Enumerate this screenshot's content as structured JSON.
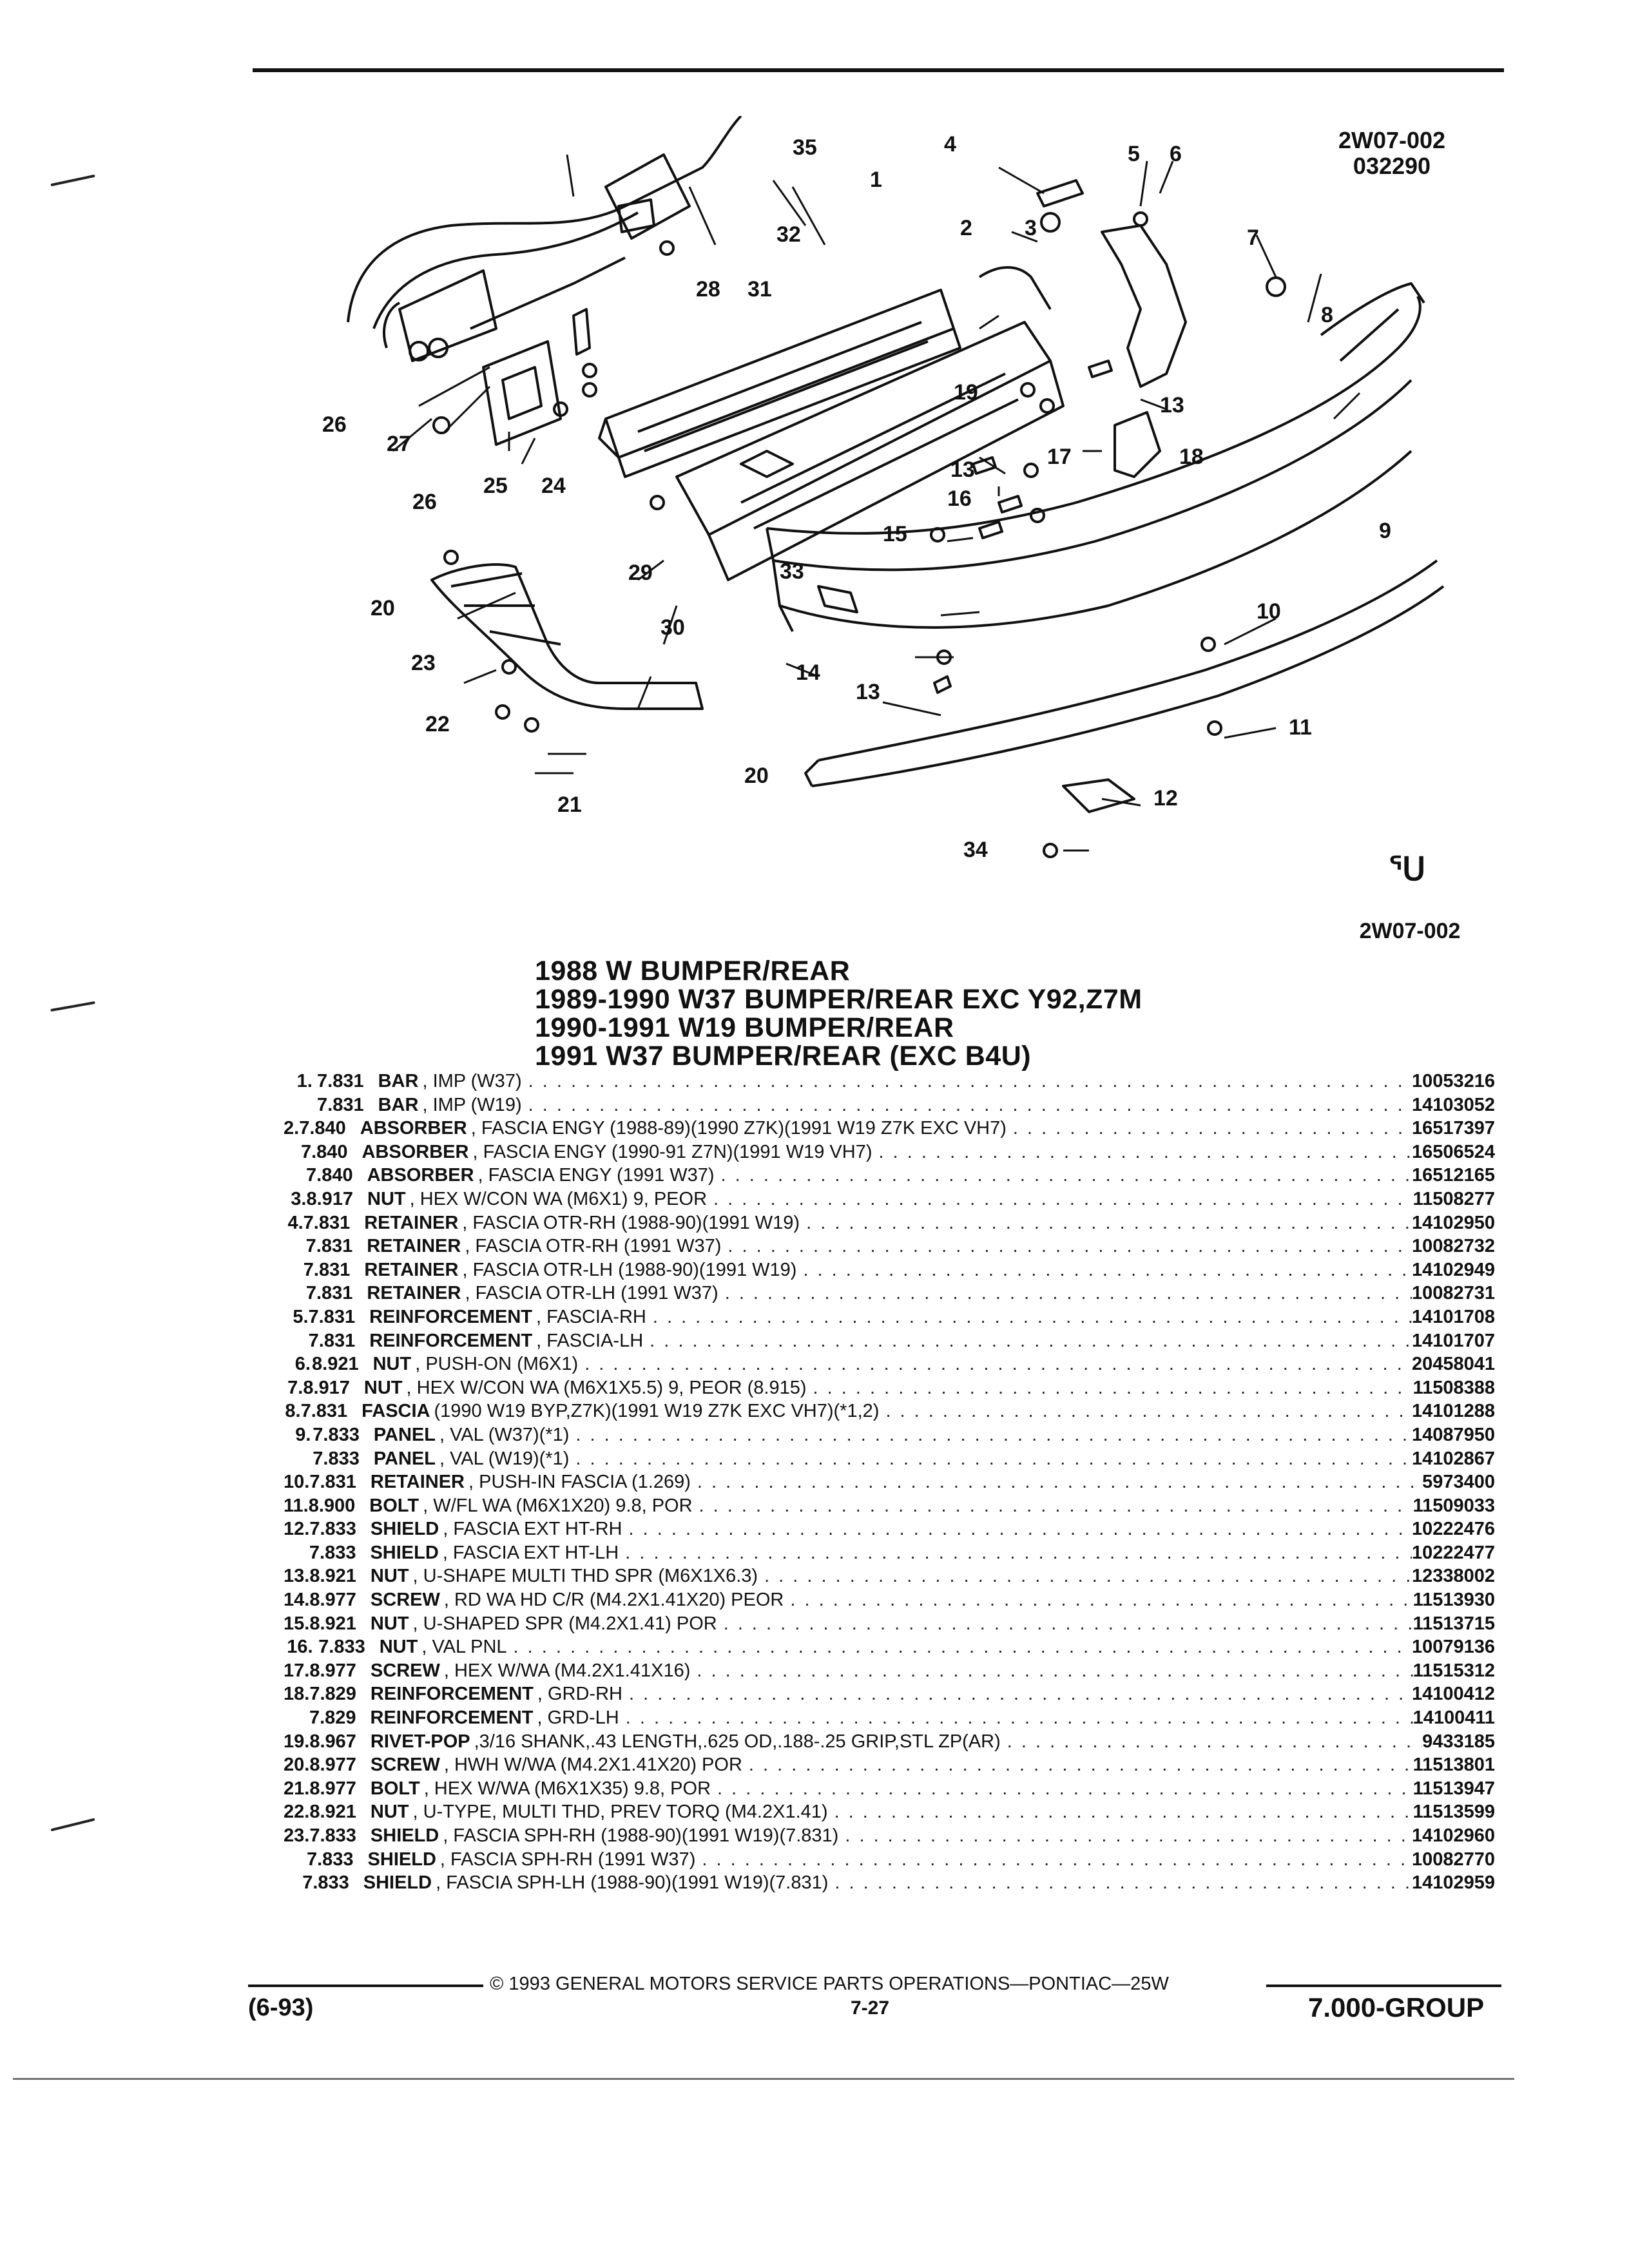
{
  "header": {
    "code_top": "2W07-002",
    "code_date": "032290",
    "code_bottom": "2W07-002",
    "logo_glyph": "ᕐᑌ"
  },
  "diagram": {
    "callouts": [
      "1",
      "2",
      "3",
      "4",
      "5",
      "6",
      "7",
      "8",
      "9",
      "10",
      "11",
      "12",
      "13",
      "13",
      "13",
      "14",
      "15",
      "16",
      "17",
      "18",
      "19",
      "20",
      "20",
      "21",
      "22",
      "23",
      "24",
      "25",
      "26",
      "26",
      "27",
      "28",
      "29",
      "30",
      "31",
      "32",
      "33",
      "34",
      "35"
    ]
  },
  "titles": [
    "1988 W BUMPER/REAR",
    "1989-1990 W37 BUMPER/REAR EXC Y92,Z7M",
    "1990-1991 W19 BUMPER/REAR",
    "1991 W37 BUMPER/REAR (EXC B4U)"
  ],
  "parts": [
    {
      "num": "1.",
      "cat": "7.831",
      "name": "BAR",
      "desc": ", IMP (W37)",
      "pn": "10053216"
    },
    {
      "num": "",
      "cat": "7.831",
      "name": "BAR",
      "desc": ", IMP (W19)",
      "pn": "14103052"
    },
    {
      "num": "2.",
      "cat": "7.840",
      "name": "ABSORBER",
      "desc": ", FASCIA ENGY (1988-89)(1990 Z7K)(1991 W19 Z7K EXC VH7)",
      "pn": "16517397"
    },
    {
      "num": "",
      "cat": "7.840",
      "name": "ABSORBER",
      "desc": ", FASCIA ENGY (1990-91 Z7N)(1991 W19 VH7)",
      "pn": "16506524"
    },
    {
      "num": "",
      "cat": "7.840",
      "name": "ABSORBER",
      "desc": ", FASCIA ENGY (1991 W37)",
      "pn": "16512165"
    },
    {
      "num": "3.",
      "cat": "8.917",
      "name": "NUT",
      "desc": ", HEX W/CON WA (M6X1) 9, PEOR",
      "pn": "11508277"
    },
    {
      "num": "4.",
      "cat": "7.831",
      "name": "RETAINER",
      "desc": ", FASCIA OTR-RH (1988-90)(1991 W19)",
      "pn": "14102950"
    },
    {
      "num": "",
      "cat": "7.831",
      "name": "RETAINER",
      "desc": ", FASCIA OTR-RH (1991 W37)",
      "pn": "10082732"
    },
    {
      "num": "",
      "cat": "7.831",
      "name": "RETAINER",
      "desc": ", FASCIA OTR-LH (1988-90)(1991 W19)",
      "pn": "14102949"
    },
    {
      "num": "",
      "cat": "7.831",
      "name": "RETAINER",
      "desc": ", FASCIA OTR-LH (1991 W37)",
      "pn": "10082731"
    },
    {
      "num": "5.",
      "cat": "7.831",
      "name": "REINFORCEMENT",
      "desc": ", FASCIA-RH",
      "pn": "14101708"
    },
    {
      "num": "",
      "cat": "7.831",
      "name": "REINFORCEMENT",
      "desc": ", FASCIA-LH",
      "pn": "14101707"
    },
    {
      "num": "6.",
      "cat": "8.921",
      "name": "NUT",
      "desc": ", PUSH-ON (M6X1)",
      "pn": "20458041"
    },
    {
      "num": "7.",
      "cat": "8.917",
      "name": "NUT",
      "desc": ", HEX W/CON WA (M6X1X5.5) 9, PEOR (8.915)",
      "pn": "11508388"
    },
    {
      "num": "8.",
      "cat": "7.831",
      "name": "FASCIA",
      "desc": "(1990 W19 BYP,Z7K)(1991 W19 Z7K EXC VH7)(*1,2)",
      "pn": "14101288"
    },
    {
      "num": "9.",
      "cat": "7.833",
      "name": "PANEL",
      "desc": ", VAL (W37)(*1)",
      "pn": "14087950"
    },
    {
      "num": "",
      "cat": "7.833",
      "name": "PANEL",
      "desc": ", VAL (W19)(*1)",
      "pn": "14102867"
    },
    {
      "num": "10.",
      "cat": "7.831",
      "name": "RETAINER",
      "desc": ", PUSH-IN FASCIA (1.269)",
      "pn": "5973400"
    },
    {
      "num": "11.",
      "cat": "8.900",
      "name": "BOLT",
      "desc": ", W/FL WA (M6X1X20) 9.8, POR",
      "pn": "11509033"
    },
    {
      "num": "12.",
      "cat": "7.833",
      "name": "SHIELD",
      "desc": ", FASCIA EXT HT-RH",
      "pn": "10222476"
    },
    {
      "num": "",
      "cat": "7.833",
      "name": "SHIELD",
      "desc": ", FASCIA EXT HT-LH",
      "pn": "10222477"
    },
    {
      "num": "13.",
      "cat": "8.921",
      "name": "NUT",
      "desc": ", U-SHAPE MULTI THD SPR (M6X1X6.3)",
      "pn": "12338002"
    },
    {
      "num": "14.",
      "cat": "8.977",
      "name": "SCREW",
      "desc": ", RD WA HD C/R (M4.2X1.41X20) PEOR",
      "pn": "11513930"
    },
    {
      "num": "15.",
      "cat": "8.921",
      "name": "NUT",
      "desc": ", U-SHAPED SPR (M4.2X1.41) POR",
      "pn": "11513715"
    },
    {
      "num": "16.",
      "cat": "7.833",
      "name": "NUT",
      "desc": ", VAL PNL",
      "pn": "10079136"
    },
    {
      "num": "17.",
      "cat": "8.977",
      "name": "SCREW",
      "desc": ", HEX W/WA (M4.2X1.41X16)",
      "pn": "11515312"
    },
    {
      "num": "18.",
      "cat": "7.829",
      "name": "REINFORCEMENT",
      "desc": ", GRD-RH",
      "pn": "14100412"
    },
    {
      "num": "",
      "cat": "7.829",
      "name": "REINFORCEMENT",
      "desc": ", GRD-LH",
      "pn": "14100411"
    },
    {
      "num": "19.",
      "cat": "8.967",
      "name": "RIVET-POP",
      "desc": ",3/16 SHANK,.43 LENGTH,.625 OD,.188-.25 GRIP,STL ZP(AR)",
      "pn": "9433185"
    },
    {
      "num": "20.",
      "cat": "8.977",
      "name": "SCREW",
      "desc": ", HWH W/WA (M4.2X1.41X20) POR",
      "pn": "11513801"
    },
    {
      "num": "21.",
      "cat": "8.977",
      "name": "BOLT",
      "desc": ", HEX W/WA (M6X1X35) 9.8, POR",
      "pn": "11513947"
    },
    {
      "num": "22.",
      "cat": "8.921",
      "name": "NUT",
      "desc": ", U-TYPE, MULTI THD, PREV TORQ (M4.2X1.41)",
      "pn": "11513599"
    },
    {
      "num": "23.",
      "cat": "7.833",
      "name": "SHIELD",
      "desc": ", FASCIA SPH-RH (1988-90)(1991 W19)(7.831)",
      "pn": "14102960"
    },
    {
      "num": "",
      "cat": "7.833",
      "name": "SHIELD",
      "desc": ", FASCIA SPH-RH (1991 W37)",
      "pn": "10082770"
    },
    {
      "num": "",
      "cat": "7.833",
      "name": "SHIELD",
      "desc": ", FASCIA SPH-LH (1988-90)(1991 W19)(7.831)",
      "pn": "14102959"
    }
  ],
  "footer": {
    "copyright": "© 1993 GENERAL MOTORS SERVICE PARTS OPERATIONS—PONTIAC—25W",
    "page": "7-27",
    "date_code": "(6-93)",
    "group": "7.000-GROUP"
  }
}
